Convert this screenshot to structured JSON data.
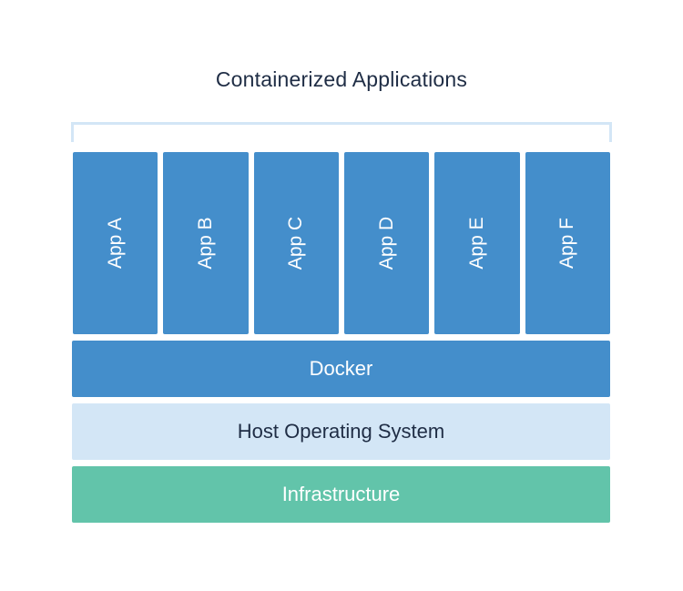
{
  "title": "Containerized Applications",
  "apps": [
    "App A",
    "App B",
    "App C",
    "App D",
    "App E",
    "App F"
  ],
  "layers": {
    "docker": "Docker",
    "host_os": "Host Operating System",
    "infrastructure": "Infrastructure"
  },
  "colors": {
    "app_blue": "#448ecb",
    "host_light_blue": "#d3e6f6",
    "infra_green": "#62c4aa",
    "title_text": "#1f2d45"
  }
}
